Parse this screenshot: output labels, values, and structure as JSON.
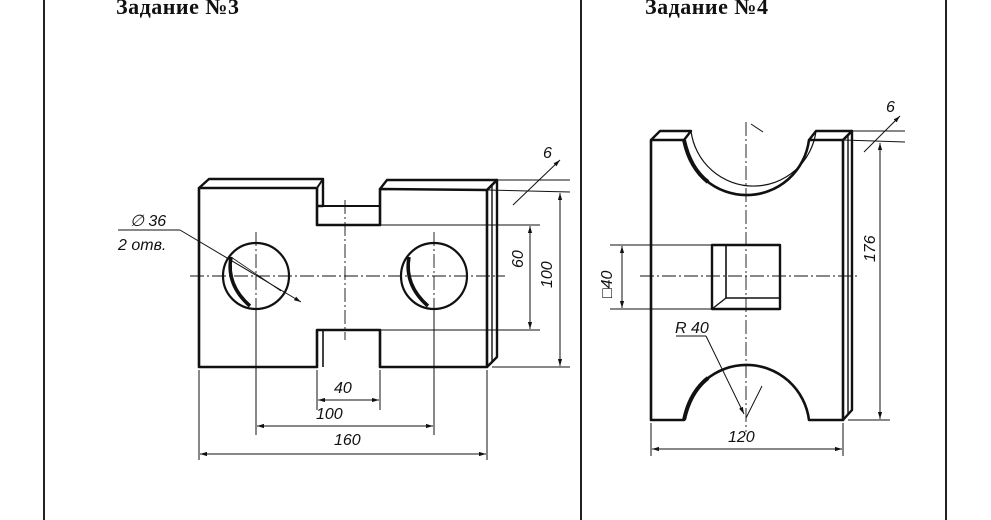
{
  "panels": {
    "left_title": "Задание №3",
    "right_title": "Задание №4"
  },
  "task3": {
    "hole_dia": "∅ 36",
    "hole_count": "2 отв.",
    "thickness": "6",
    "slot_height": "60",
    "overall_height": "100",
    "slot_width": "40",
    "hole_spacing": "100",
    "overall_width": "160"
  },
  "task4": {
    "thickness": "6",
    "overall_height": "176",
    "square_hole": "□40",
    "radius": "R 40",
    "overall_width": "120"
  }
}
